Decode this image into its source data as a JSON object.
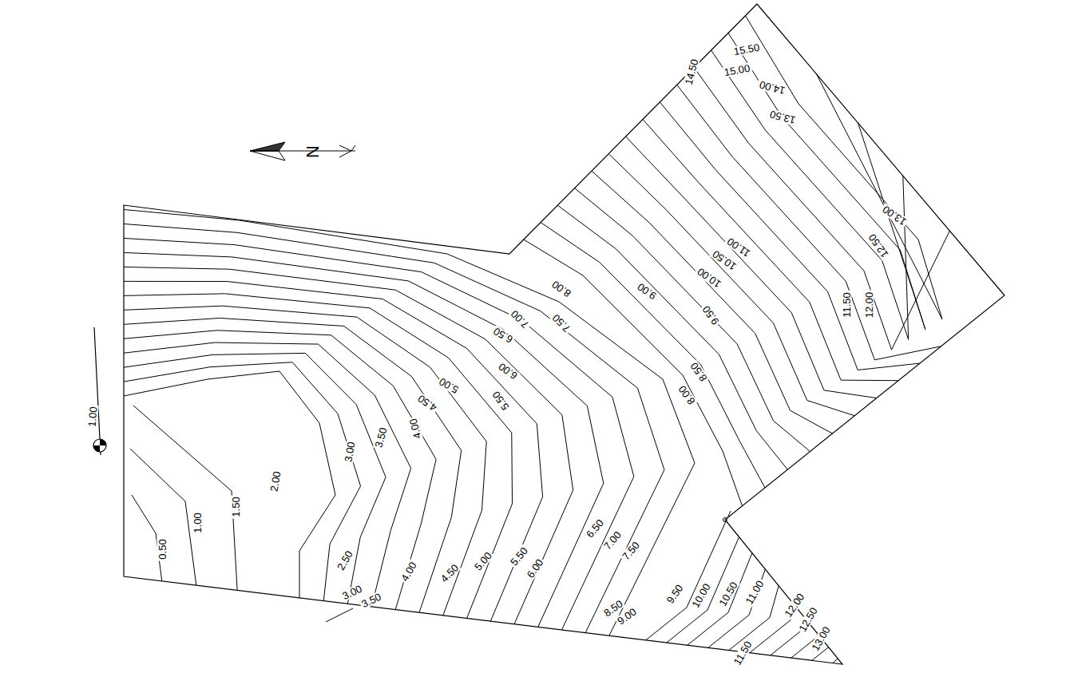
{
  "diagram": {
    "labels": [
      "15.50",
      "15.00",
      "14.50",
      "14.00",
      "13.50",
      "13.00",
      "12.50",
      "11.00",
      "10.50",
      "10.00",
      "9.50",
      "9.00",
      "8.00",
      "7.50",
      "7.00",
      "6.50",
      "6.00",
      "5.50",
      "5.00",
      "4.50",
      "4.00",
      "3.50",
      "3.00",
      "2.00",
      "1.50",
      "1.00",
      "0.50",
      "2.50",
      "3.00",
      "3.50",
      "4.00",
      "4.50",
      "5.00",
      "5.50",
      "6.00",
      "6.50",
      "7.00",
      "7.50",
      "8.50",
      "9.00",
      "9.50",
      "10.00",
      "10.50",
      "11.00",
      "12.00",
      "12.50",
      "13.00",
      "11.50",
      "11.50",
      "12.00",
      "8.50",
      "8.00",
      "1.00",
      "N"
    ]
  }
}
